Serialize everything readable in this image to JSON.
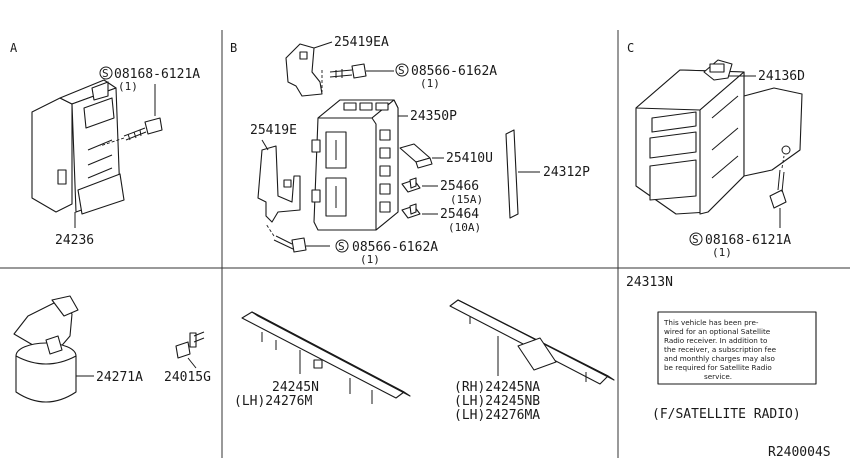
{
  "sections": {
    "a": "A",
    "b": "B",
    "c": "C"
  },
  "labels": {
    "p_08168_6121A_a": "08168-6121A",
    "qty_a": "(1)",
    "p_24236": "24236",
    "p_25419EA": "25419EA",
    "p_08566_6162A_top": "08566-6162A",
    "qty_b_top": "(1)",
    "p_24350P": "24350P",
    "p_25419E": "25419E",
    "p_25410U": "25410U",
    "p_24312P": "24312P",
    "p_25466": "25466",
    "amp_15": "(15A)",
    "p_25464": "25464",
    "amp_10": "(10A)",
    "p_08566_6162A_bottom": "08566-6162A",
    "qty_b_bottom": "(1)",
    "p_24136D": "24136D",
    "p_08168_6121A_c": "08168-6121A",
    "qty_c": "(1)",
    "p_24271A": "24271A",
    "p_24015G": "24015G",
    "p_24245N": "24245N",
    "p_24276M": "(LH)24276M",
    "p_24245NA": "(RH)24245NA",
    "p_24245NB": "(LH)24245NB",
    "p_24276MA": "(LH)24276MA",
    "p_24313N": "24313N",
    "satellite": "(F/SATELLITE RADIO)",
    "diagram_code": "R240004S"
  },
  "symbol": "S",
  "note_lines": [
    "This vehicle has been pre-",
    "wired for an optional Satellite",
    "Radio receiver. In addition to",
    "the receiver, a subscription fee",
    "and monthly charges may also",
    "be required for Satellite Radio",
    "service."
  ]
}
